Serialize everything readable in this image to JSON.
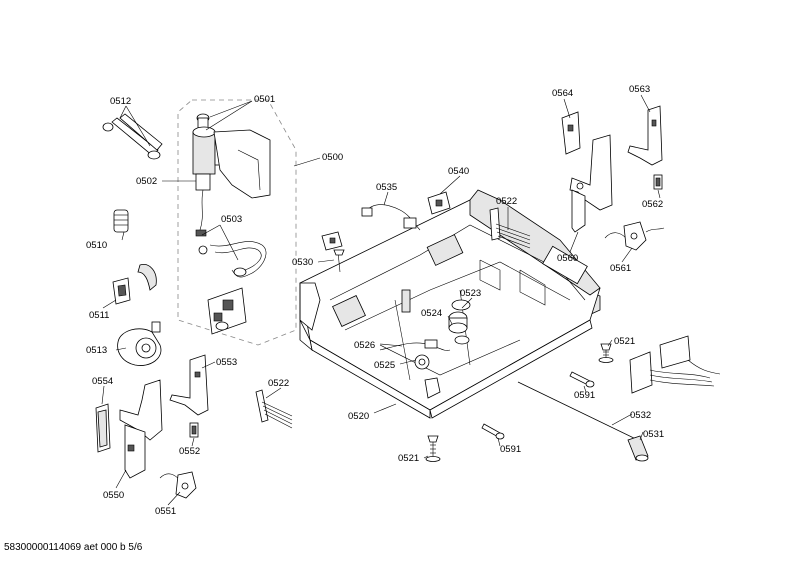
{
  "part_labels": [
    "0501",
    "0512",
    "0500",
    "0502",
    "0503",
    "0510",
    "0511",
    "0513",
    "0530",
    "0535",
    "0540",
    "0522",
    "0564",
    "0563",
    "0562",
    "0560",
    "0561",
    "0523",
    "0524",
    "0526",
    "0525",
    "0554",
    "0553",
    "0522",
    "0552",
    "0550",
    "0551",
    "0520",
    "0521",
    "0591",
    "0532",
    "0531",
    "0521",
    "0591"
  ],
  "footer": "58300000114069 aet 000 b 5/6"
}
